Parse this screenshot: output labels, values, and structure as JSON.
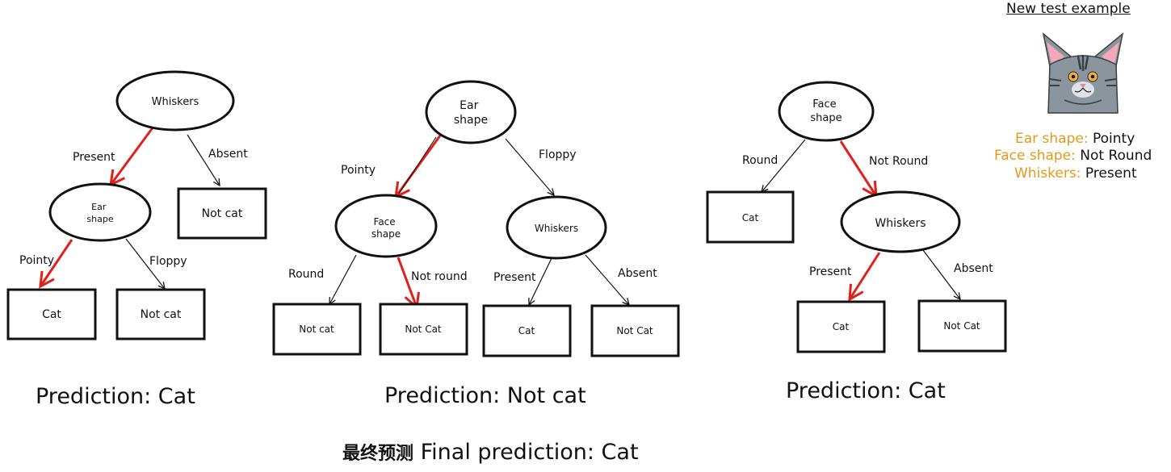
{
  "new_test": {
    "title": "New test example",
    "icon": "cat-face-icon",
    "features": [
      {
        "key": "Ear shape:",
        "value": "Pointy"
      },
      {
        "key": "Face shape:",
        "value": "Not Round"
      },
      {
        "key": "Whiskers:",
        "value": "Present"
      }
    ],
    "key_color": "#e39a1c"
  },
  "trees": [
    {
      "nodes": {
        "root": {
          "lines": [
            "Whiskers"
          ]
        },
        "n1": {
          "lines": [
            "Ear",
            "shape"
          ]
        },
        "leaf_notcat_a": {
          "lines": [
            "Not cat"
          ]
        },
        "leaf_cat": {
          "lines": [
            "Cat"
          ]
        },
        "leaf_notcat_b": {
          "lines": [
            "Not cat"
          ]
        }
      },
      "edges": {
        "present": "Present",
        "absent": "Absent",
        "pointy": "Pointy",
        "floppy": "Floppy"
      },
      "prediction": "Prediction: Cat"
    },
    {
      "nodes": {
        "root": {
          "lines": [
            "Ear",
            "shape"
          ]
        },
        "n1": {
          "lines": [
            "Face",
            "shape"
          ]
        },
        "n2": {
          "lines": [
            "Whiskers"
          ]
        },
        "leaf_a": {
          "lines": [
            "Not cat"
          ]
        },
        "leaf_b": {
          "lines": [
            "Not Cat"
          ]
        },
        "leaf_c": {
          "lines": [
            "Cat"
          ]
        },
        "leaf_d": {
          "lines": [
            "Not Cat"
          ]
        }
      },
      "edges": {
        "pointy": "Pointy",
        "floppy": "Floppy",
        "round": "Round",
        "not_round": "Not round",
        "present": "Present",
        "absent": "Absent"
      },
      "prediction": "Prediction: Not cat"
    },
    {
      "nodes": {
        "root": {
          "lines": [
            "Face",
            "shape"
          ]
        },
        "n1": {
          "lines": [
            "Whiskers"
          ]
        },
        "leaf_cat_a": {
          "lines": [
            "Cat"
          ]
        },
        "leaf_cat_b": {
          "lines": [
            "Cat"
          ]
        },
        "leaf_notcat": {
          "lines": [
            "Not Cat"
          ]
        }
      },
      "edges": {
        "round": "Round",
        "not_round": "Not Round",
        "present": "Present",
        "absent": "Absent"
      },
      "prediction": "Prediction: Cat"
    }
  ],
  "final": {
    "zh": "最终预测",
    "text": "Final prediction: Cat"
  },
  "colors": {
    "path": "#e0201b",
    "edge": "#111111"
  }
}
